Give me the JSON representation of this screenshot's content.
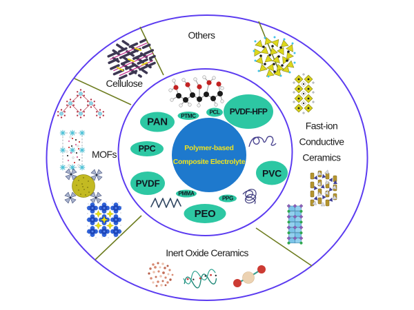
{
  "figure": {
    "center": {
      "line1": "Polymer-based",
      "line2": "Composite Electrolyte"
    },
    "polymers": [
      {
        "label": "PAN"
      },
      {
        "label": "PTMC"
      },
      {
        "label": "PCL"
      },
      {
        "label": "PVDF-HFP"
      },
      {
        "label": "PPC"
      },
      {
        "label": "PVC"
      },
      {
        "label": "PVDF"
      },
      {
        "label": "PMMA"
      },
      {
        "label": "PPG"
      },
      {
        "label": "PEO"
      }
    ],
    "sectors": [
      {
        "label": "Others"
      },
      {
        "label": "Cellulose"
      },
      {
        "label": "MOFs"
      },
      {
        "label": "Inert Oxide Ceramics"
      },
      {
        "label": "Fast-ion Conductive Ceramics",
        "lines": [
          "Fast-ion",
          "Conductive",
          "Ceramics"
        ]
      }
    ],
    "structures": [
      "cellulose-fiber-network-icon",
      "cof-network-molecule-icon",
      "mof-unit-cell-icon",
      "mof-polyhedral-cage-icon",
      "mof-crystal-lattice-icon",
      "perovskite-crystal-icon",
      "layered-oxide-crystal-icon",
      "garnet-crystal-icon",
      "nasicon-crystal-icon",
      "oxide-nanoparticle-icon",
      "silica-helix-icon",
      "diatomic-oxide-molecule-icon",
      "polymer-chain-molecule-icon",
      "polymer-coil-sketch-icon",
      "polymer-tangle-sketch-icon",
      "polymer-zigzag-sketch-icon"
    ],
    "colors": {
      "ring_stroke": "#5b3bf0",
      "divider_line": "#6e7d20",
      "node_fill": "#2dc7a3",
      "node_text": "#101820",
      "center_fill": "#1e79cd",
      "center_text": "#efe31f",
      "label_text": "#1a1a1a",
      "background": "#ffffff"
    }
  }
}
